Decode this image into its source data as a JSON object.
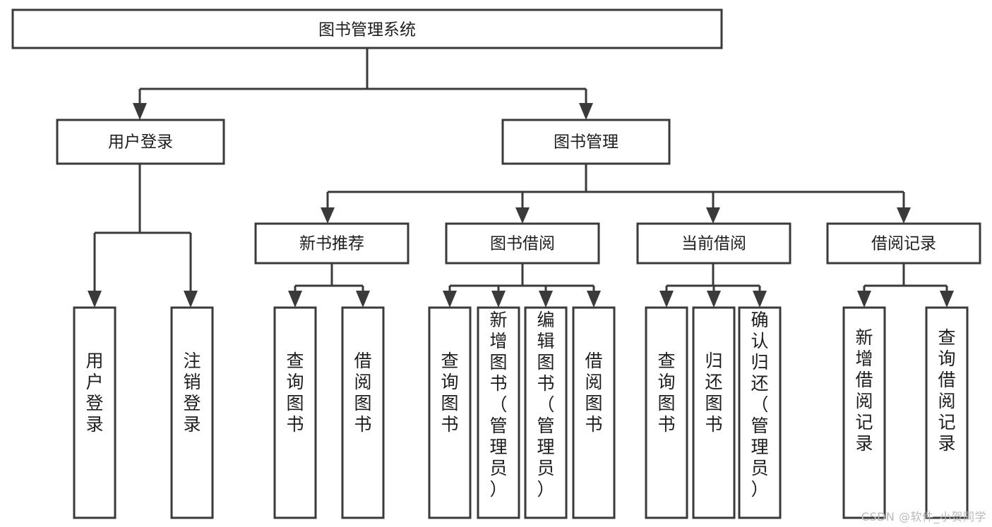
{
  "diagram": {
    "title": "图书管理系统",
    "type": "tree",
    "watermark": "CSDN @软件_小贺同学",
    "colors": {
      "stroke": "#3a3a3a",
      "fill": "#ffffff",
      "text": "#1d1d1d",
      "watermark": "#b9b9b9"
    },
    "levels": {
      "root": {
        "label": "图书管理系统"
      },
      "level2": [
        {
          "label": "用户登录"
        },
        {
          "label": "图书管理"
        }
      ],
      "level3": [
        {
          "label": "新书推荐"
        },
        {
          "label": "图书借阅"
        },
        {
          "label": "当前借阅"
        },
        {
          "label": "借阅记录"
        }
      ],
      "leaves": {
        "user_login": [
          {
            "label": "用户登录"
          },
          {
            "label": "注销登录"
          }
        ],
        "new_book": [
          {
            "label": "查询图书"
          },
          {
            "label": "借阅图书"
          }
        ],
        "book_borrow": [
          {
            "label": "查询图书"
          },
          {
            "label": "新增图书（管理员）"
          },
          {
            "label": "编辑图书（管理员）"
          },
          {
            "label": "借阅图书"
          }
        ],
        "current_borrow": [
          {
            "label": "查询图书"
          },
          {
            "label": "归还图书"
          },
          {
            "label": "确认归还（管理员）"
          }
        ],
        "borrow_record": [
          {
            "label": "新增借阅记录"
          },
          {
            "label": "查询借阅记录"
          }
        ]
      }
    }
  }
}
